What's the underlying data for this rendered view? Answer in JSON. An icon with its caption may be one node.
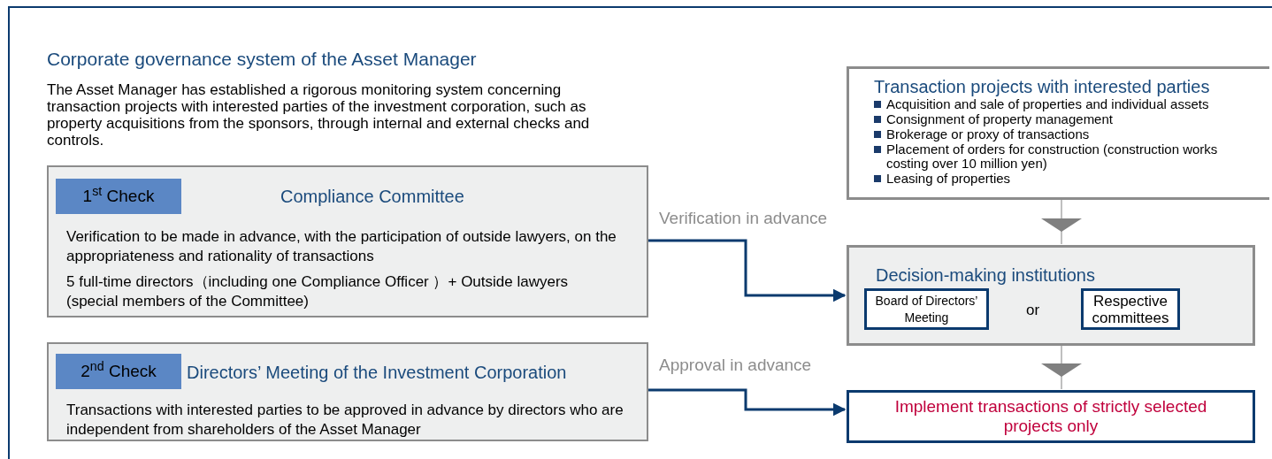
{
  "diagram": {
    "title": "Corporate governance system of the Asset Manager",
    "nodes": [
      {
        "text": [
          "Compliance Committee",
          "Verification to be made in advance, with the participation of outside lawyers, on the appropriateness and rationality of transactions",
          "5 full-time directors（including one Compliance Officer ）+ Outside lawyers (special members of the Committee)"
        ]
      },
      {
        "text": [
          "1$^{st}$ Check"
        ],
        "in": 0
      },
      {
        "text": [
          "Directors’ Meeting of the Investment Corporation",
          "Transactions with interested parties to be approved in advance by directors who are independent from shareholders of the Asset Manager"
        ]
      },
      {
        "text": [
          "2$^{nd}$ Check"
        ],
        "in": 2
      },
      {
        "text": [
          "Transaction projects with interested parties",
          "Acquisition and sale of properties and individual assets",
          "Consignment of property management",
          "Brokerage or proxy of transactions",
          "Placement of orders for construction (construction works costing over 10 million yen)",
          "Leasing of properties"
        ]
      },
      {
        "text": [
          "Decision-making institutions",
          "or"
        ]
      },
      {
        "text": [
          "Board of Directors’ Meeting"
        ],
        "in": 5
      },
      {
        "text": [
          "Respective committees"
        ],
        "in": 5
      },
      {
        "text": [
          "Implement transactions of strictly selected projects only"
        ]
      }
    ],
    "edges": [
      {
        "from": 0,
        "to": 5,
        "arrow": "to",
        "label": "Verification in advance"
      },
      {
        "from": 2,
        "to": 8,
        "arrow": "to",
        "label": "Approval in advance"
      },
      {
        "from": 4,
        "to": 5,
        "arrow": "to",
        "color": "#808080"
      },
      {
        "from": 5,
        "to": 8,
        "arrow": "to",
        "color": "#808080"
      }
    ],
    "labels": [
      "The Asset Manager has established a rigorous monitoring system concerning transaction projects with interested parties of the investment corporation, such as property acquisitions from the sponsors, through internal and external checks and controls."
    ]
  }
}
